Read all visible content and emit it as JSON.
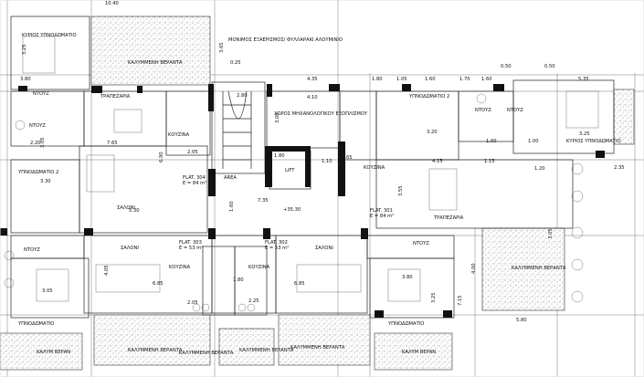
{
  "rooms": [
    {
      "id": "bedroom-master-nw",
      "text": "ΚΥΡΙΟΣ ΥΠΝΟΔΩΜΑΤΙΟ"
    },
    {
      "id": "covered-veranda-nw",
      "text": "ΚΑΛΥΜΜΕΝΗ ΒΕΡΑΝΤΑ"
    },
    {
      "id": "wc-nw",
      "text": "ΝΤΟΥΖ"
    },
    {
      "id": "wc-nw2",
      "text": "ΝΤΟΥΖ"
    },
    {
      "id": "dining-nw",
      "text": "ΤΡΑΠΕΖΑΡΙΑ"
    },
    {
      "id": "kitchen-304",
      "text": "ΚΟΥΖΙΝΑ"
    },
    {
      "id": "bedroom2-w",
      "text": "ΥΠΝΟΔΩΜΑΤΙΟ 2"
    },
    {
      "id": "living-w",
      "text": "ΣΑΛΟΝΙ"
    },
    {
      "id": "flat-304",
      "text": "FLAT. 304"
    },
    {
      "id": "flat-304-area",
      "text": "Ε = 84 m²"
    },
    {
      "id": "mech-space",
      "text": "ΧΩΡΟΣ ΜΗΧΑΝΟΛΟΓΙΚΟΥ ΕΞΟΠΛΙΣΜΟΥ"
    },
    {
      "id": "screen-note",
      "text": "ΜΟΝΙΜΟΣ ΕΞΑΕΡΙΣΜΟΣ/ ΦΥΛΛΑΡΑΚΙ ΑΛΟΥΜΙΝΙΟ"
    },
    {
      "id": "lift",
      "text": "LIFT"
    },
    {
      "id": "bedroom2-e",
      "text": "ΥΠΝΟΔΩΜΑΤΙΟ 2"
    },
    {
      "id": "wc-e1",
      "text": "ΝΤΟΥΖ"
    },
    {
      "id": "wc-e2",
      "text": "ΝΤΟΥΖ"
    },
    {
      "id": "bedroom-master-ne",
      "text": "ΚΥΡΙΟΣ ΥΠΝΟΔΩΜΑΤΙΟ"
    },
    {
      "id": "kitchen-301",
      "text": "ΚΟΥΖΙΝΑ"
    },
    {
      "id": "flat-301",
      "text": "FLAT. 301"
    },
    {
      "id": "flat-301-area",
      "text": "Ε = 84 m²"
    },
    {
      "id": "dining-e",
      "text": "ΤΡΑΠΕΖΑΡΙΑ"
    },
    {
      "id": "veranda-se",
      "text": "ΚΑΛΥΜΜΕΝΗ ΒΕΡΑΝΤΑ"
    },
    {
      "id": "level",
      "text": "+35.30"
    },
    {
      "id": "wc-sw",
      "text": "ΝΤΟΥΖ"
    },
    {
      "id": "living-s1",
      "text": "ΣΑΛΟΝΙ"
    },
    {
      "id": "flat-303",
      "text": "FLAT. 303"
    },
    {
      "id": "flat-303-area",
      "text": "Ε = 53 m²"
    },
    {
      "id": "flat-302",
      "text": "FLAT. 302"
    },
    {
      "id": "flat-302-area",
      "text": "Ε = 53 m²"
    },
    {
      "id": "living-s2",
      "text": "ΣΑΛΟΝΙ"
    },
    {
      "id": "wc-se",
      "text": "ΝΤΟΥΖ"
    },
    {
      "id": "kitchen-s1",
      "text": "ΚΟΥΖΙΝΑ"
    },
    {
      "id": "kitchen-s2",
      "text": "ΚΟΥΖΙΝΑ"
    },
    {
      "id": "bedroom-sw",
      "text": "ΥΠΝΟΔΩΜΑΤΙΟ"
    },
    {
      "id": "bedroom-se",
      "text": "ΥΠΝΟΔΩΜΑΤΙΟ"
    },
    {
      "id": "veranda-s1",
      "text": "ΚΑΛΥΜΜΕΝΗ ΒΕΡΑΝΤΑ"
    },
    {
      "id": "veranda-s2",
      "text": "ΚΑΛΥΜΜΕΝΗ ΒΕΡΑΝΤΑ"
    },
    {
      "id": "veranda-s3",
      "text": "ΚΑΛΥΜΜΕΝΗ ΒΕΡΑΝΤΑ"
    },
    {
      "id": "veranda-s4",
      "text": "ΚΑΛΥΜΜΕΝΗ ΒΕΡΑΝΤΑ"
    },
    {
      "id": "veranda-sw",
      "text": "ΚΑΛΥΜ ΒΕΡΑΝ"
    },
    {
      "id": "veranda-se2",
      "text": "ΚΑΛΥΜ ΒΕΡΑΝ"
    },
    {
      "id": "area-label",
      "text": "AREA"
    }
  ],
  "dimensions": [
    "3.25",
    "3.80",
    "4.35",
    "4.10",
    "1.80",
    "1.05",
    "1.60",
    "1.70",
    "1.60",
    "5.35",
    "0.50",
    "0.50",
    "3.00",
    "3.20",
    "3.25",
    "7.65",
    "2.20",
    "2.80",
    "2.05",
    "6.90",
    "3.30",
    "5.30",
    "7.35",
    "1.10",
    "3.55",
    "4.15",
    "1.15",
    "2.35",
    "1.20",
    "3.05",
    "4.05",
    "6.85",
    "2.25",
    "6.85",
    "3.80",
    "3.25",
    "2.05",
    "4.00",
    "7.15",
    "5.80",
    "1.60",
    "0.25",
    "3.65",
    "2.65",
    "1.00",
    "1.00",
    "10.40",
    "1.80",
    "1.80",
    "3.05",
    "3.05"
  ],
  "colors": {
    "line": "#222222",
    "wall": "#111111",
    "background": "#ffffff"
  }
}
